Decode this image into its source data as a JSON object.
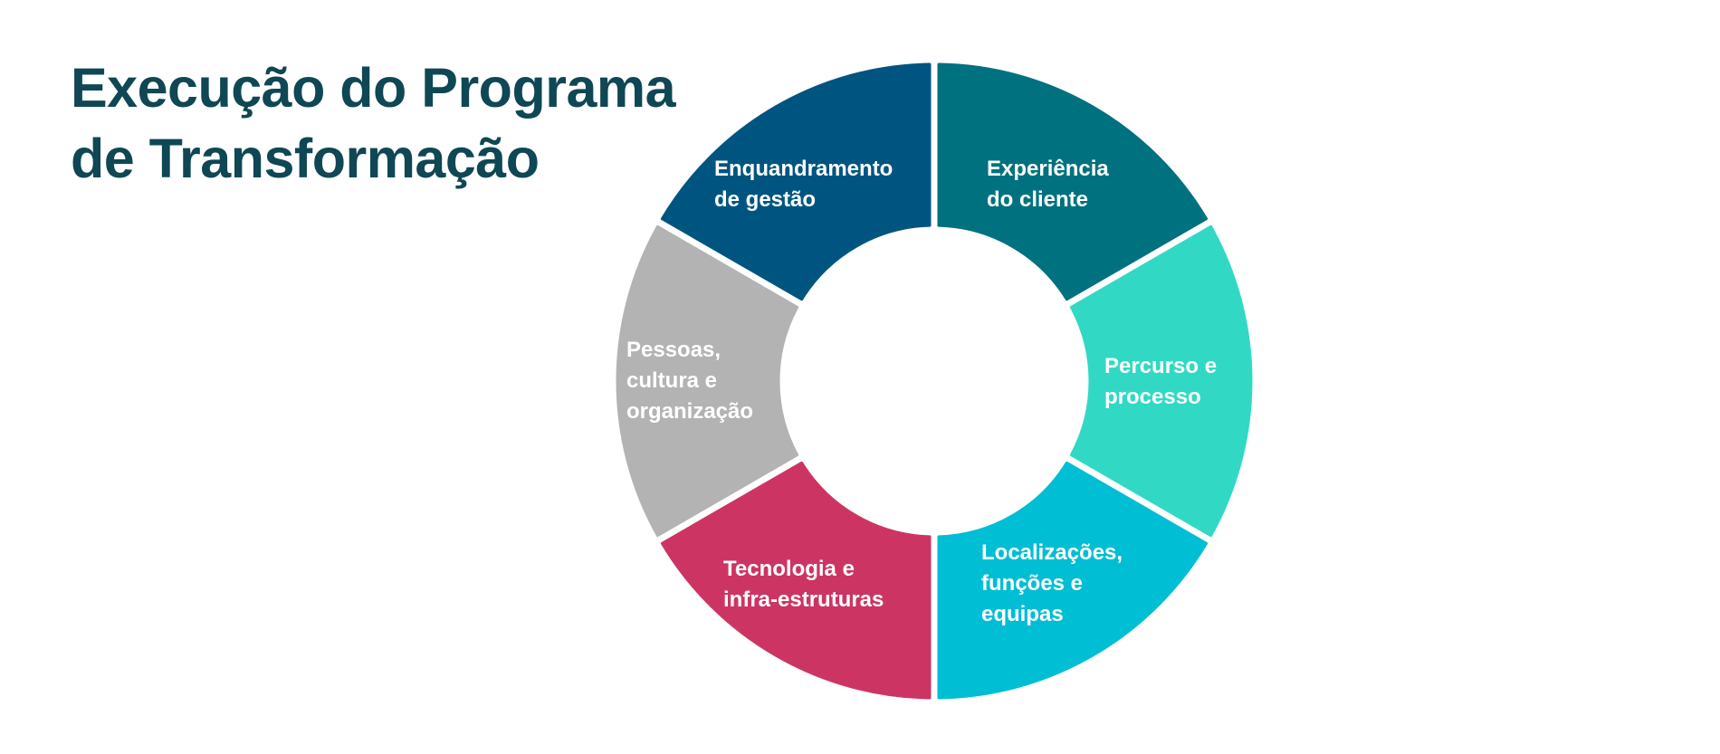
{
  "title": {
    "line1": "Execução do Programa",
    "line2": "de Transformação"
  },
  "segments": [
    {
      "id": "enquadramento",
      "lines": [
        "Enquandramento",
        "de gestão"
      ],
      "color": "#005580"
    },
    {
      "id": "experiencia",
      "lines": [
        "Experiência",
        "do cliente"
      ],
      "color": "#00717e"
    },
    {
      "id": "percurso",
      "lines": [
        "Percurso e",
        "processo"
      ],
      "color": "#31d9c4"
    },
    {
      "id": "localizacoes",
      "lines": [
        "Localizações,",
        "funções e",
        "equipas"
      ],
      "color": "#00bed4"
    },
    {
      "id": "tecnologia",
      "lines": [
        "Tecnologia e",
        "infra-estruturas"
      ],
      "color": "#cc3563"
    },
    {
      "id": "pessoas",
      "lines": [
        "Pessoas,",
        "cultura e",
        "organização"
      ],
      "color": "#b3b3b3"
    }
  ]
}
